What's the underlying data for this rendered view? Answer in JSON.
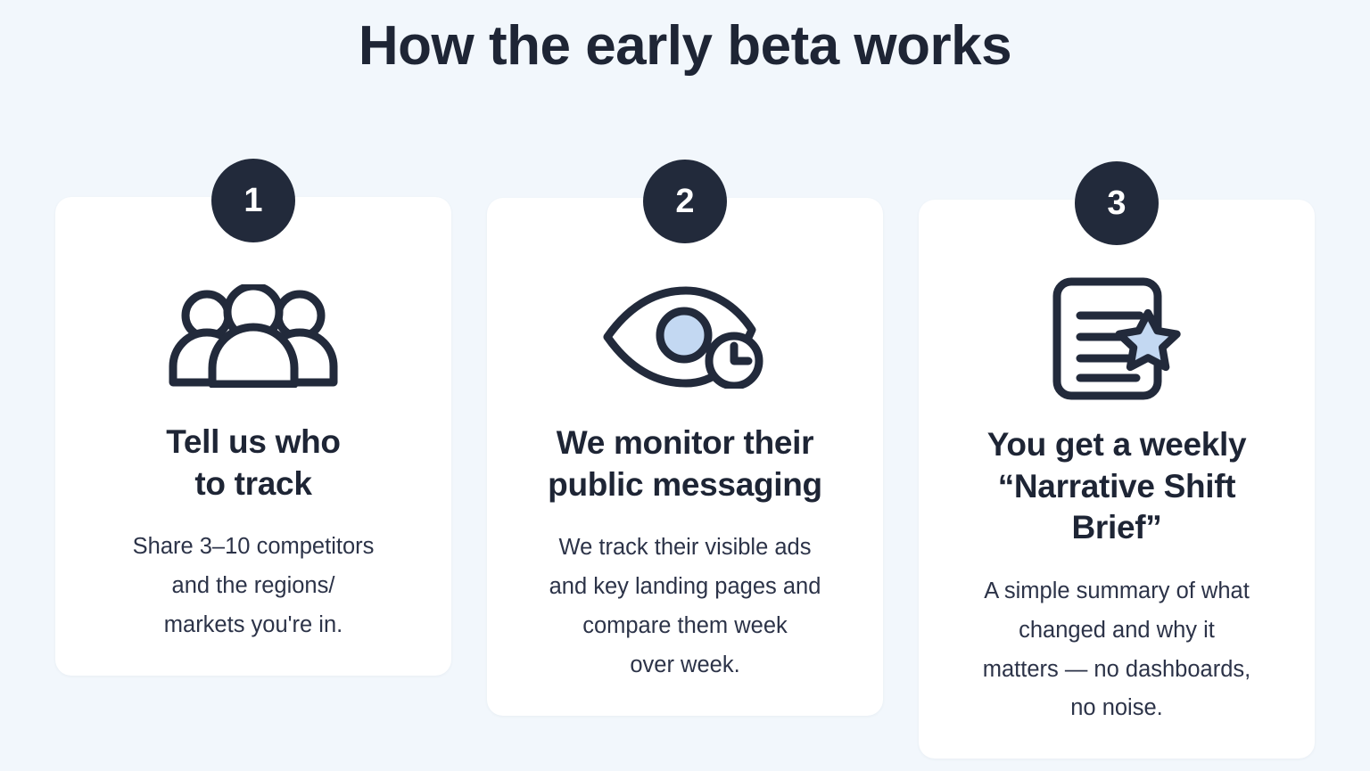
{
  "theme": {
    "background": "#f2f7fc",
    "card_background": "#ffffff",
    "badge_background": "#222a3b",
    "badge_text": "#ffffff",
    "heading_color": "#1e2535",
    "body_color": "#2c3348",
    "icon_stroke": "#222a3b",
    "icon_accent": "#c3d8f2"
  },
  "header": {
    "title": "How the early beta works"
  },
  "cards": [
    {
      "number": "1",
      "icon": "people-group-icon",
      "heading": "Tell us who\nto track",
      "body": "Share 3–10 competitors\nand the regions/\nmarkets you're in."
    },
    {
      "number": "2",
      "icon": "eye-clock-icon",
      "heading": "We monitor their\npublic messaging",
      "body": "We track their visible ads\nand key landing pages and\ncompare them week\nover week."
    },
    {
      "number": "3",
      "icon": "document-star-icon",
      "heading": "You get a weekly\n“Narrative Shift\nBrief”",
      "body": "A simple summary of what\nchanged and why it\nmatters — no dashboards,\nno noise."
    }
  ]
}
